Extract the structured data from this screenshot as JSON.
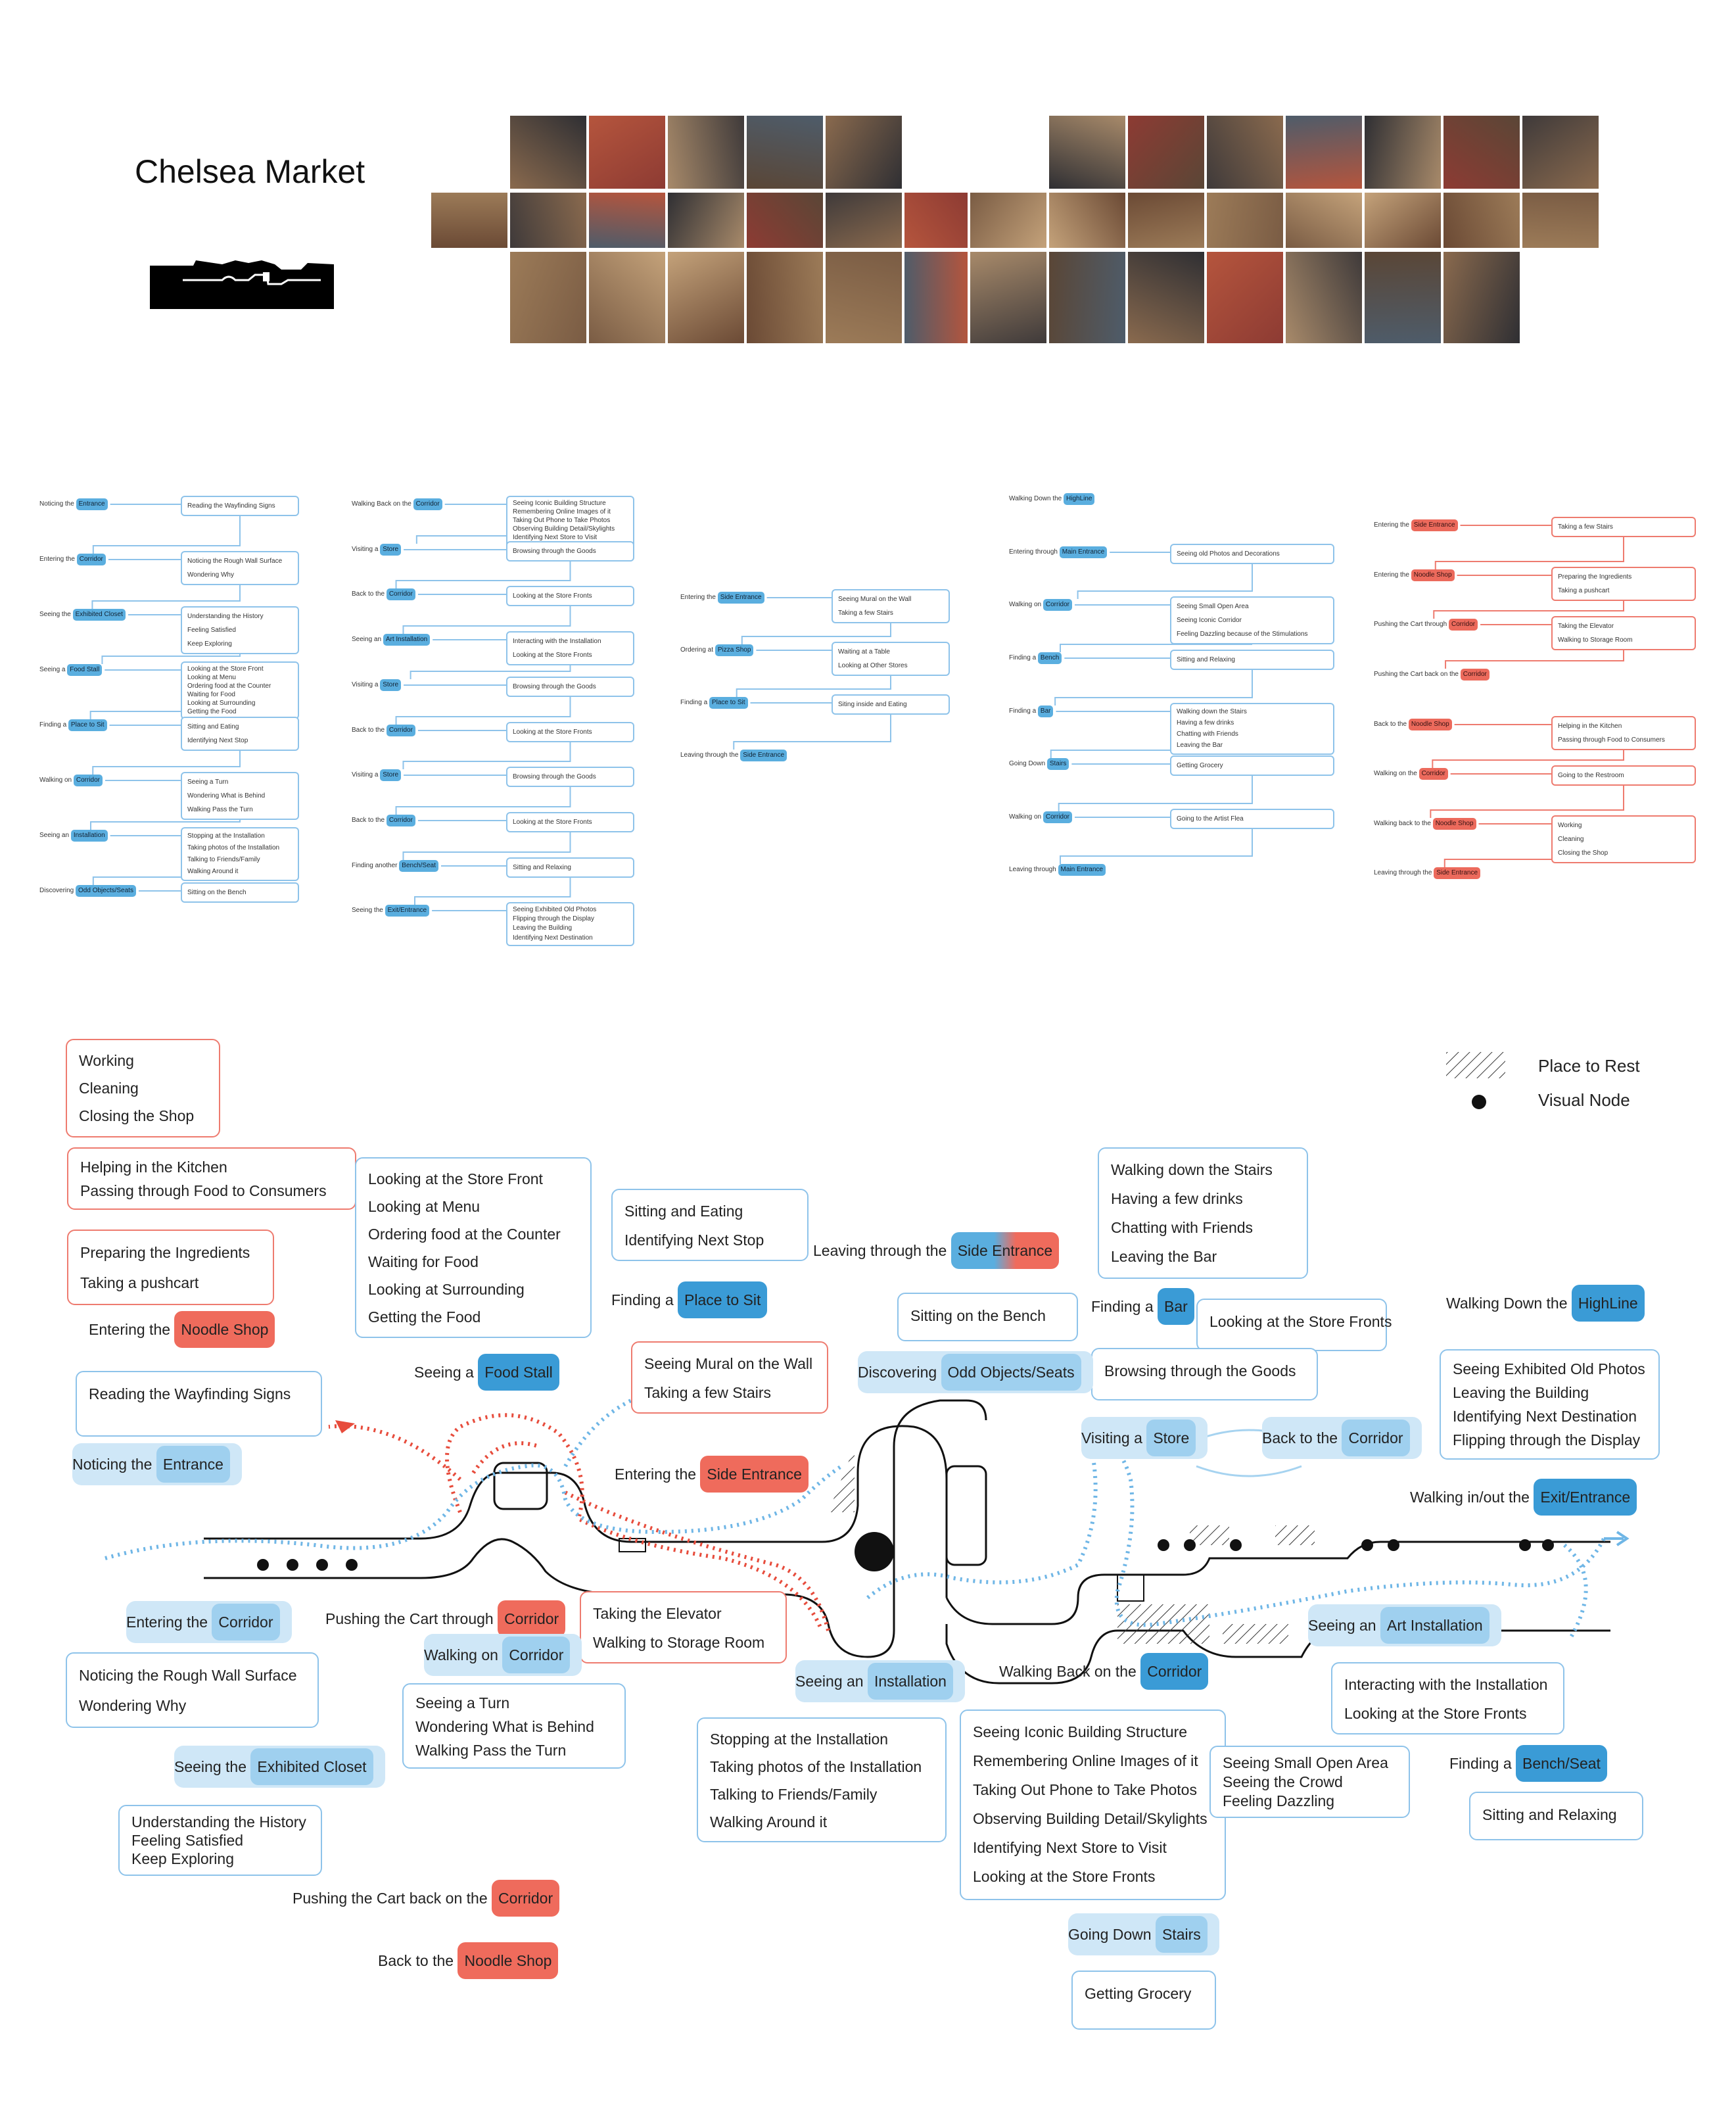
{
  "title": "Chelsea Market",
  "legend": {
    "rest": "Place to Rest",
    "node": "Visual Node"
  },
  "colors": {
    "blue": "#5aaedf",
    "light_blue": "#9fd0ef",
    "red": "#ec6a5c",
    "black": "#111111"
  },
  "columns": {
    "c1": [
      {
        "pre": "Noticing the ",
        "hl": "Entrance",
        "right": [
          "Reading the Wayfinding Signs"
        ]
      },
      {
        "pre": "Entering the ",
        "hl": "Corridor",
        "right": [
          "Noticing the Rough Wall Surface",
          "Wondering Why"
        ]
      },
      {
        "pre": "Seeing the ",
        "hl": "Exhibited Closet",
        "right": [
          "Understanding the History",
          "Feeling Satisfied",
          "Keep Exploring"
        ]
      },
      {
        "pre": "Seeing a ",
        "hl": "Food Stall",
        "right": [
          "Looking at the Store Front",
          "Looking at Menu",
          "Ordering food at the Counter",
          "Waiting for Food",
          "Looking at Surrounding",
          "Getting the Food"
        ]
      },
      {
        "pre": "Finding a ",
        "hl": "Place to Sit",
        "right": [
          "Sitting and Eating",
          "Identifying Next Stop"
        ]
      },
      {
        "pre": "Walking on ",
        "hl": "Corridor",
        "right": [
          "Seeing a Turn",
          "Wondering What is Behind",
          "Walking Pass the Turn"
        ]
      },
      {
        "pre": "Seeing an ",
        "hl": "Installation",
        "right": [
          "Stopping at the Installation",
          "Taking photos of the Installation",
          "Talking to Friends/Family",
          "Walking Around it"
        ]
      },
      {
        "pre": "Discovering ",
        "hl": "Odd Objects/Seats",
        "right": [
          "Sitting on the Bench"
        ]
      }
    ],
    "c2": [
      {
        "pre": "Walking Back on the ",
        "hl": "Corridor",
        "right": [
          "Seeing Iconic Building Structure",
          "Remembering Online Images of it",
          "Taking Out Phone to Take Photos",
          "Observing Building Detail/Skylights",
          "Identifying Next Store to Visit",
          "Looking at the Store Fronts"
        ]
      },
      {
        "pre": "Visiting a ",
        "hl": "Store",
        "right": [
          "Browsing through the Goods"
        ]
      },
      {
        "pre": "Back to the ",
        "hl": "Corridor",
        "right": [
          "Looking at the Store Fronts"
        ]
      },
      {
        "pre": "Seeing an ",
        "hl": "Art Installation",
        "right": [
          "Interacting with the Installation",
          "Looking at the Store Fronts"
        ]
      },
      {
        "pre": "Visiting a ",
        "hl": "Store",
        "right": [
          "Browsing through the Goods"
        ]
      },
      {
        "pre": "Back to the ",
        "hl": "Corridor",
        "right": [
          "Looking at the Store Fronts"
        ]
      },
      {
        "pre": "Visiting a ",
        "hl": "Store",
        "right": [
          "Browsing through the Goods"
        ]
      },
      {
        "pre": "Back to the ",
        "hl": "Corridor",
        "right": [
          "Looking at the Store Fronts"
        ]
      },
      {
        "pre": "Finding another ",
        "hl": "Bench/Seat",
        "right": [
          "Sitting and Relaxing"
        ]
      },
      {
        "pre": "Seeing the ",
        "hl": "Exit/Entrance",
        "right": [
          "Seeing Exhibited Old Photos",
          "Flipping through the Display",
          "Leaving the Building",
          "Identifying Next Destination"
        ]
      }
    ],
    "c3": [
      {
        "pre": "Entering the ",
        "hl": "Side Entrance",
        "right": [
          "Seeing Mural on the Wall",
          "Taking a few Stairs"
        ]
      },
      {
        "pre": "Ordering at ",
        "hl": "Pizza Shop",
        "right": [
          "Waiting at a Table",
          "Looking at Other Stores"
        ]
      },
      {
        "pre": "Finding a ",
        "hl": "Place to Sit",
        "right": [
          "Siting inside and Eating"
        ]
      },
      {
        "pre": "Leaving through the ",
        "hl": "Side Entrance",
        "right": []
      }
    ],
    "c4": [
      {
        "pre": "Walking Down the ",
        "hl": "HighLine",
        "right": []
      },
      {
        "pre": "Entering through ",
        "hl": "Main Entrance",
        "right": [
          "Seeing old Photos and Decorations"
        ]
      },
      {
        "pre": "Walking on ",
        "hl": "Corridor",
        "right": [
          "Seeing Small Open Area",
          "Seeing Iconic Corridor",
          "Feeling Dazzling because of the Stimulations"
        ]
      },
      {
        "pre": "Finding a ",
        "hl": "Bench",
        "right": [
          "Sitting and Relaxing"
        ]
      },
      {
        "pre": "Finding a ",
        "hl": "Bar",
        "right": [
          "Walking down the Stairs",
          "Having a few drinks",
          "Chatting with Friends",
          "Leaving the Bar"
        ]
      },
      {
        "pre": "Going Down ",
        "hl": "Stairs",
        "right": [
          "Getting Grocery"
        ]
      },
      {
        "pre": "Walking on ",
        "hl": "Corridor",
        "right": [
          "Going to the Artist Flea"
        ]
      },
      {
        "pre": "Leaving through ",
        "hl": "Main Entrance",
        "right": []
      }
    ],
    "c5": [
      {
        "pre": "Entering the ",
        "hl": "Side Entrance",
        "right": [
          "Taking a few Stairs"
        ]
      },
      {
        "pre": "Entering the ",
        "hl": "Noodle Shop",
        "right": [
          "Preparing the Ingredients",
          "Taking a pushcart"
        ]
      },
      {
        "pre": "Pushing the Cart through ",
        "hl": "Corridor",
        "right": [
          "Taking the Elevator",
          "Walking to Storage Room"
        ]
      },
      {
        "pre": "Pushing the Cart back on the ",
        "hl": "Corridor",
        "right": []
      },
      {
        "pre": "Back to the ",
        "hl": "Noodle Shop",
        "right": [
          "Helping in the Kitchen",
          "Passing through Food to Consumers"
        ]
      },
      {
        "pre": "Walking on the ",
        "hl": "Corridor",
        "right": [
          "Going to the Restroom"
        ]
      },
      {
        "pre": "Walking back to the ",
        "hl": "Noodle Shop",
        "right": [
          "Working",
          "Cleaning",
          "Closing the Shop"
        ]
      },
      {
        "pre": "Leaving through the ",
        "hl": "Side Entrance",
        "right": []
      }
    ]
  },
  "map": {
    "boxes": [
      {
        "k": "b1",
        "lines": [
          "Working",
          "Cleaning",
          "Closing the Shop"
        ]
      },
      {
        "k": "b2",
        "lines": [
          "Helping in the Kitchen",
          "Passing through Food to Consumers"
        ]
      },
      {
        "k": "b3",
        "lines": [
          "Preparing the Ingredients",
          "Taking a pushcart"
        ]
      },
      {
        "k": "b4",
        "lines": [
          "Looking at the Store Front",
          "Looking at Menu",
          "Ordering food at the Counter",
          "Waiting for Food",
          "Looking at Surrounding",
          "Getting the Food"
        ]
      },
      {
        "k": "b5",
        "lines": [
          "Sitting and Eating",
          "Identifying Next Stop"
        ]
      },
      {
        "k": "b6",
        "lines": [
          "Walking down the Stairs",
          "Having a few drinks",
          "Chatting with Friends",
          "Leaving the Bar"
        ]
      },
      {
        "k": "b7",
        "lines": [
          "Reading the Wayfinding Signs"
        ]
      },
      {
        "k": "b8",
        "lines": [
          "Seeing Mural on the Wall",
          "Taking a few Stairs"
        ]
      },
      {
        "k": "b9",
        "lines": [
          "Sitting on the Bench"
        ]
      },
      {
        "k": "b10",
        "lines": [
          "Looking at the Store Fronts"
        ]
      },
      {
        "k": "b11",
        "lines": [
          "Browsing through the Goods"
        ]
      },
      {
        "k": "b12",
        "lines": [
          "Seeing Exhibited Old Photos",
          "Leaving the Building",
          "Identifying Next Destination",
          "Flipping through the Display"
        ]
      },
      {
        "k": "b13",
        "lines": [
          "Noticing the Rough Wall Surface",
          "Wondering Why"
        ]
      },
      {
        "k": "b14",
        "lines": [
          "Taking the Elevator",
          "Walking to Storage Room"
        ]
      },
      {
        "k": "b15",
        "lines": [
          "Seeing a Turn",
          "Wondering What is Behind",
          "Walking Pass the Turn"
        ]
      },
      {
        "k": "b16",
        "lines": [
          "Stopping at the Installation",
          "Taking photos of the Installation",
          "Talking to Friends/Family",
          "Walking Around it"
        ]
      },
      {
        "k": "b17",
        "lines": [
          "Seeing Iconic Building Structure",
          "Remembering Online Images of it",
          "Taking Out Phone to Take Photos",
          "Observing Building Detail/Skylights",
          "Identifying Next Store to Visit",
          "Looking at the Store Fronts"
        ]
      },
      {
        "k": "b18",
        "lines": [
          "Seeing Small Open Area",
          "Seeing the Crowd",
          "Feeling Dazzling"
        ]
      },
      {
        "k": "b19",
        "lines": [
          "Interacting with the Installation",
          "Looking at the Store Fronts"
        ]
      },
      {
        "k": "b20",
        "lines": [
          "Sitting and Relaxing"
        ]
      },
      {
        "k": "b21",
        "lines": [
          "Understanding the History",
          "Feeling Satisfied",
          "Keep Exploring"
        ]
      },
      {
        "k": "b22",
        "lines": [
          "Getting Grocery"
        ]
      }
    ],
    "labels": [
      {
        "k": "l1",
        "pre": "Entering the ",
        "hl": "Noodle Shop"
      },
      {
        "k": "l2",
        "pre": "Leaving through the ",
        "hl": "Side Entrance"
      },
      {
        "k": "l3",
        "pre": "Finding a ",
        "hl": "Place to Sit"
      },
      {
        "k": "l4",
        "pre": "Finding a ",
        "hl": "Bar"
      },
      {
        "k": "l5",
        "pre": "Walking Down the ",
        "hl": "HighLine"
      },
      {
        "k": "l6",
        "pre": "Seeing a ",
        "hl": "Food Stall"
      },
      {
        "k": "l7",
        "pre": "Discovering ",
        "hl": "Odd Objects/Seats"
      },
      {
        "k": "l8",
        "pre": "Noticing the ",
        "hl": "Entrance"
      },
      {
        "k": "l9",
        "pre": "Entering the ",
        "hl": "Side Entrance"
      },
      {
        "k": "l10",
        "pre": "Visiting a ",
        "hl": "Store"
      },
      {
        "k": "l11",
        "pre": "Back to the ",
        "hl": "Corridor"
      },
      {
        "k": "l12",
        "pre": "Walking in/out the ",
        "hl": "Exit/Entrance"
      },
      {
        "k": "l13",
        "pre": "Entering the ",
        "hl": "Corridor"
      },
      {
        "k": "l14",
        "pre": "Pushing the Cart through ",
        "hl": "Corridor"
      },
      {
        "k": "l15",
        "pre": "Walking on ",
        "hl": "Corridor"
      },
      {
        "k": "l16",
        "pre": "Seeing an ",
        "hl": "Art Installation"
      },
      {
        "k": "l17",
        "pre": "Walking Back on the ",
        "hl": "Corridor"
      },
      {
        "k": "l18",
        "pre": "Seeing an ",
        "hl": "Installation"
      },
      {
        "k": "l19",
        "pre": "Seeing the ",
        "hl": "Exhibited Closet"
      },
      {
        "k": "l20",
        "pre": "Finding a ",
        "hl": "Bench/Seat"
      },
      {
        "k": "l21",
        "pre": "Pushing the Cart back on the ",
        "hl": "Corridor"
      },
      {
        "k": "l22",
        "pre": "Back to the ",
        "hl": "Noodle Shop"
      },
      {
        "k": "l23",
        "pre": "Going Down ",
        "hl": "Stairs"
      }
    ]
  }
}
